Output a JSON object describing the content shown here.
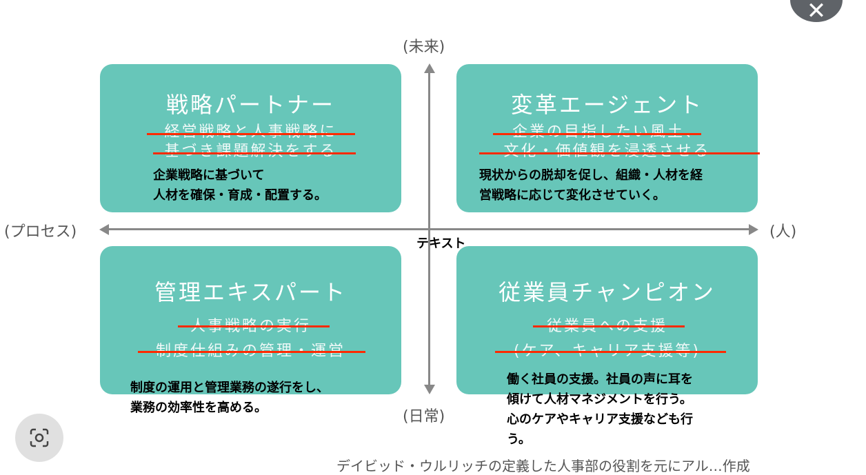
{
  "axes": {
    "top": "(未来)",
    "bottom": "(日常)",
    "left": "(プロセス)",
    "right": "(人)",
    "center_label": "テキスト"
  },
  "quadrants": [
    {
      "title": "戦略パートナー",
      "sub": [
        "経営戦略と人事戦略に",
        "基づき課題解決をする"
      ],
      "note": [
        "企業戦略に基づいて",
        "人材を確保・育成・配置する。"
      ]
    },
    {
      "title": "変革エージェント",
      "sub": [
        "企業の目指したい風土、",
        "文化・価値観を浸透させる"
      ],
      "note": [
        "現状からの脱却を促し、組織・人材を経",
        "営戦略に応じて変化させていく。"
      ]
    },
    {
      "title": "管理エキスパート",
      "sub": [
        "人事戦略の実行",
        "制度仕組みの管理・運営"
      ],
      "note": [
        "制度の運用と管理業務の遂行をし、",
        "業務の効率性を高める。"
      ]
    },
    {
      "title": "従業員チャンピオン",
      "sub": [
        "従業員への支援",
        "(ケア、キャリア支援等)"
      ],
      "note": [
        "働く社員の支援。社員の声に耳を",
        "傾けて人材マネジメントを行う。",
        "心のケアやキャリア支援なども行",
        "う。"
      ]
    }
  ],
  "caption": "デイビッド・ウルリッチの定義した人事部の役割を元にアル…作成",
  "colors": {
    "box": "#67c6b9",
    "strike": "#ff2a00"
  }
}
